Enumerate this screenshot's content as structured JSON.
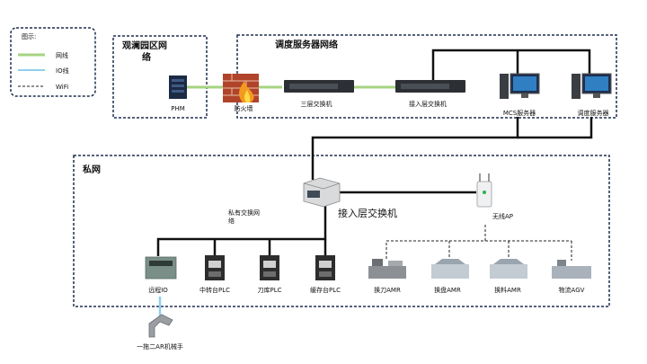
{
  "legend": {
    "title": "图示:",
    "network_line": "网线",
    "io_line": "IO线",
    "wifi_line": "WiFi"
  },
  "zones": {
    "park_line1": "观澜园区网",
    "park_line2": "络",
    "dispatch": "调度服务器网络",
    "private": "私网"
  },
  "devices": {
    "phm": "PHM",
    "firewall": "防火墙",
    "l3switch": "三层交换机",
    "access_switch_top": "接入层交换机",
    "mcs_server": "MCS服务器",
    "dispatch_server": "调度服务器",
    "access_switch_private": "接入层交换机",
    "private_switch_line1": "私有交换网",
    "private_switch_line2": "络",
    "wireless_ap": "无线AP",
    "remote_io": "远程IO",
    "transfer_plc": "中转台PLC",
    "tool_lib_plc": "刀库PLC",
    "buffer_plc": "缓存台PLC",
    "tool_change_amr": "换刀AMR",
    "tray_change_amr": "换盘AMR",
    "material_change_amr": "换料AMR",
    "logistics_agv": "物流AGV",
    "robot_arm": "一拖二AR机械手"
  },
  "colors": {
    "network_line": "#a6d482",
    "io_line": "#8fd0ec",
    "wifi_line": "#222222",
    "black_line": "#111111",
    "zone_border": "#1f2f4f"
  }
}
